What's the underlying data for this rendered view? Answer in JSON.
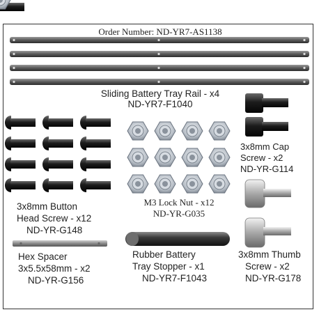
{
  "order_number": "Order Number: ND-YR7-AS1138",
  "parts": {
    "rail": {
      "name": "Sliding Battery Tray Rail - x4",
      "code": "ND-YR7-F1040"
    },
    "cap_screw": {
      "line1": "3x8mm Cap",
      "line2": "Screw - x2",
      "code": "ND-YR-G114"
    },
    "button_screw": {
      "line1": "3x8mm Button",
      "line2": "Head Screw - x12",
      "code": "ND-YR-G148"
    },
    "lock_nut": {
      "name": "M3 Lock Nut - x12",
      "code": "ND-YR-G035"
    },
    "hex_spacer": {
      "line1": "Hex Spacer",
      "line2": "3x5.5x58mm - x2",
      "code": "ND-YR-G156"
    },
    "stopper": {
      "line1": "Rubber Battery",
      "line2": "Tray Stopper - x1",
      "code": "ND-YR7-F1043"
    },
    "thumb_screw": {
      "line1": "3x8mm Thumb",
      "line2": "Screw - x2",
      "code": "ND-YR-G178"
    }
  }
}
